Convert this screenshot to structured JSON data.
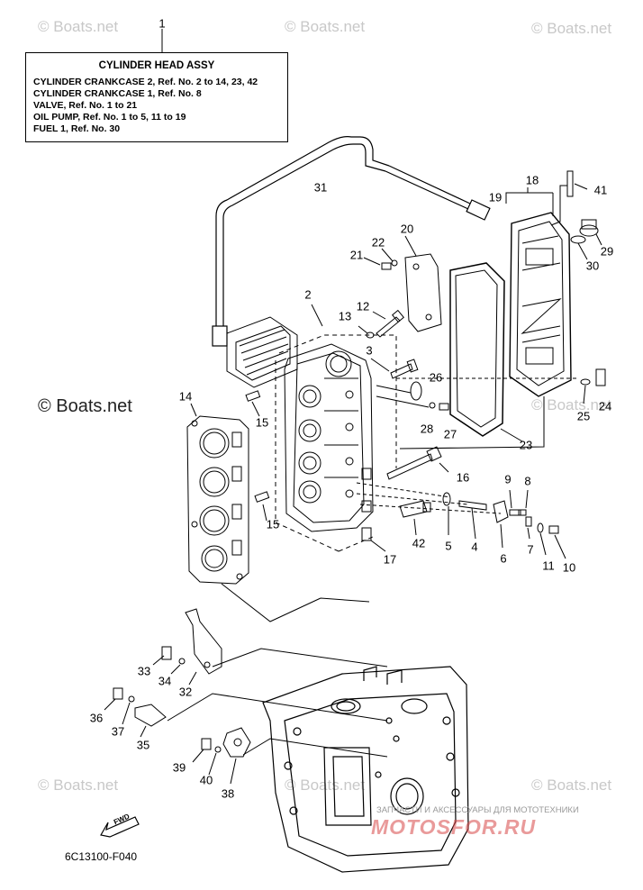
{
  "watermarks": [
    "© Boats.net",
    "© Boats.net",
    "© Boats.net",
    "© Boats.net",
    "© Boats.net",
    "© Boats.net",
    "© Boats.net",
    "© Boats.net"
  ],
  "legend": {
    "ref": "1",
    "title": "CYLINDER  HEAD ASSY",
    "lines": [
      "CYLINDER CRANKCASE 2,  Ref. No. 2 to 14, 23, 42",
      "CYLINDER CRANKCASE 1,  Ref. No. 8",
      "VALVE,   Ref. No. 1 to 21",
      "OIL PUMP,  Ref. No. 1 to 5, 11 to 19",
      "FUEL 1,  Ref. No. 30"
    ]
  },
  "callouts": [
    "2",
    "3",
    "4",
    "5",
    "6",
    "7",
    "8",
    "9",
    "10",
    "11",
    "12",
    "13",
    "14",
    "15",
    "15",
    "16",
    "17",
    "18",
    "19",
    "20",
    "21",
    "22",
    "23",
    "24",
    "25",
    "26",
    "27",
    "28",
    "29",
    "30",
    "31",
    "32",
    "33",
    "34",
    "35",
    "36",
    "37",
    "38",
    "39",
    "40",
    "41",
    "42"
  ],
  "fwd_label": "FWD",
  "diagram_code": "6C13100-F040",
  "brand": {
    "name": "MOTOSFOR.RU",
    "tagline": "ЗАПЧАСТИ И АКСЕССУАРЫ ДЛЯ МОТОТЕХНИКИ"
  },
  "colors": {
    "line": "#000000",
    "watermark": "#c8c8c8",
    "brand": "#d84848"
  }
}
